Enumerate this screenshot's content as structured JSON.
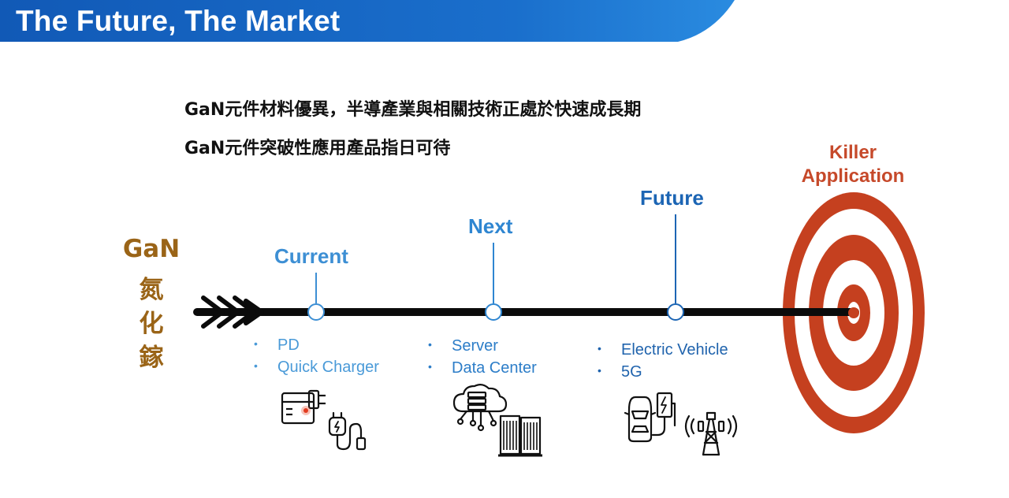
{
  "slide": {
    "title": "The Future, The Market",
    "colors": {
      "banner_dark": "#1159b6",
      "banner_light": "#2a8be0",
      "target_red": "#c5401f",
      "gan_gold": "#9a6417"
    }
  },
  "headlines": [
    "GaN元件材料優異，半導產業與相關技術正處於快速成長期",
    "GaN元件突破性應用產品指日可待"
  ],
  "gan": {
    "label": "GaN",
    "chars": [
      "氮",
      "化",
      "鎵"
    ]
  },
  "stages": [
    {
      "label": "Current",
      "bullets": [
        "PD",
        "Quick Charger"
      ],
      "icons": [
        "charger-icon",
        "plug-cable-icon"
      ]
    },
    {
      "label": "Next",
      "bullets": [
        "Server",
        "Data Center"
      ],
      "icons": [
        "cloud-server-icon",
        "data-center-racks-icon"
      ]
    },
    {
      "label": "Future",
      "bullets": [
        "Electric Vehicle",
        "5G"
      ],
      "icons": [
        "ev-charging-icon",
        "cell-tower-icon"
      ]
    }
  ],
  "target": {
    "label_line1": "Killer",
    "label_line2": "Application",
    "icon": "bullseye-target-icon"
  },
  "bullet_glyph": "•"
}
